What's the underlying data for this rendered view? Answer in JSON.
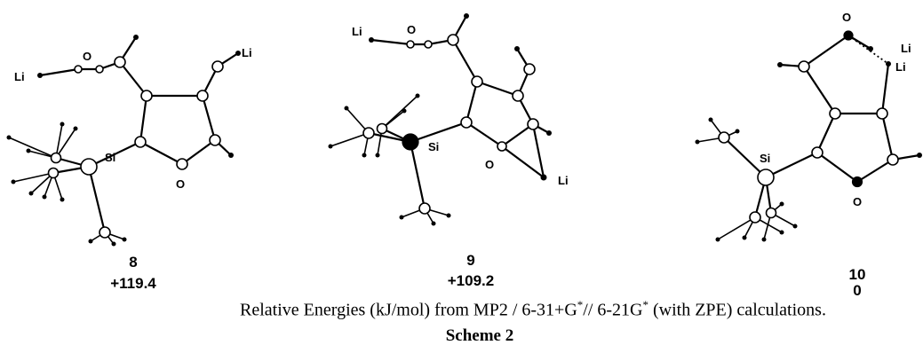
{
  "atom_labels": {
    "m8": {
      "li_left": "Li",
      "o_top": "O",
      "li_right": "Li",
      "si": "Si",
      "o_ring": "O"
    },
    "m9": {
      "li_top": "Li",
      "o_top": "O",
      "si": "Si",
      "o_ring": "O",
      "li_bridge": "Li"
    },
    "m10": {
      "o_top": "O",
      "li_a": "Li",
      "li_b": "Li",
      "si": "Si",
      "o_ring": "O"
    }
  },
  "compounds": [
    {
      "number": "8",
      "energy": "+119.4"
    },
    {
      "number": "9",
      "energy": "+109.2"
    },
    {
      "number": "10",
      "energy": "0"
    }
  ],
  "caption": {
    "before": "Relative Energies (kJ/mol) from MP2 / 6-31+G",
    "sup1": "*",
    "middle": "// 6-21G",
    "sup2": "*",
    "after": " (with ZPE) calculations."
  },
  "scheme_title": "Scheme 2"
}
